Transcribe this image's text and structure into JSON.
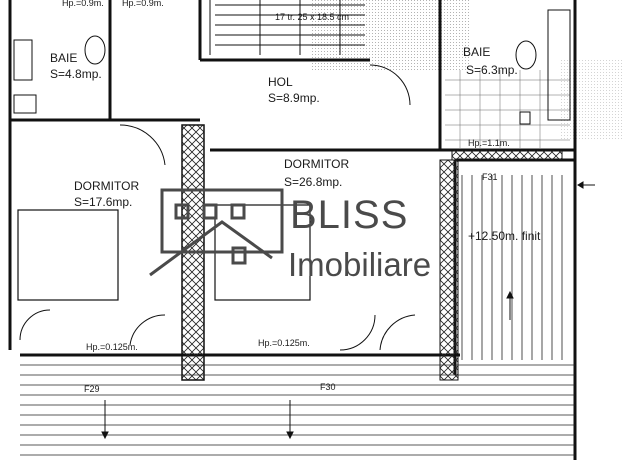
{
  "top_labels": [
    "Hp.=0.9m.",
    "Hp.=0.9m.",
    "17 tr. 25 x 18.5 cm"
  ],
  "rooms": [
    {
      "id": "baie-left",
      "name": "BAIE",
      "area": "S=4.8mp."
    },
    {
      "id": "hol",
      "name": "HOL",
      "area": "S=8.9mp."
    },
    {
      "id": "baie-right",
      "name": "BAIE",
      "area": "S=6.3mp."
    },
    {
      "id": "dormitor-left",
      "name": "DORMITOR",
      "area": "S=17.6mp."
    },
    {
      "id": "dormitor-center",
      "name": "DORMITOR",
      "area": "S=26.8mp."
    }
  ],
  "annotations": {
    "hp_top_right": "Hp.=1.1m.",
    "hp_left": "Hp.=0.125m.",
    "hp_center": "Hp.=0.125m.",
    "level": "+12.50m. finit",
    "f31": "F31",
    "f29": "F29",
    "f30": "F30"
  },
  "logo": {
    "brand": "BLISS",
    "sub": "Imobiliare"
  },
  "colors": {
    "ink": "#1a1a1a",
    "logo": "#4a4a4a"
  }
}
